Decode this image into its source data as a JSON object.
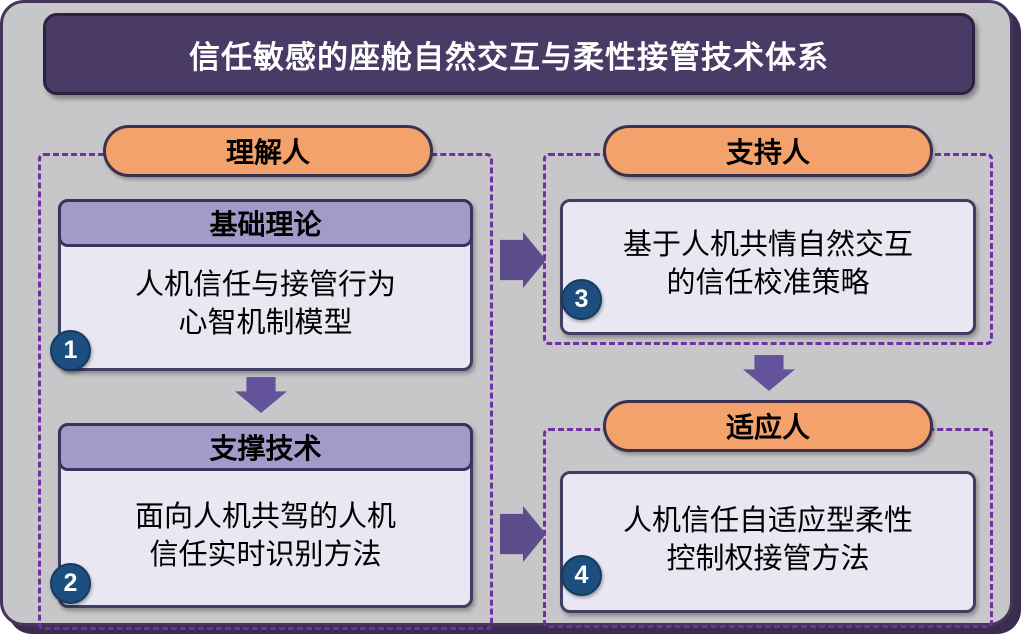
{
  "title": "信任敏感的座舱自然交互与柔性接管技术体系",
  "left": {
    "label": "理解人",
    "sections": [
      {
        "header": "基础理论",
        "line1": "人机信任与接管行为",
        "line2": "心智机制模型",
        "badge": "1"
      },
      {
        "header": "支撑技术",
        "line1": "面向人机共驾的人机",
        "line2": "信任实时识别方法",
        "badge": "2"
      }
    ]
  },
  "right": {
    "groups": [
      {
        "label": "支持人",
        "line1": "基于人机共情自然交互",
        "line2": "的信任校准策略",
        "badge": "3"
      },
      {
        "label": "适应人",
        "line1": "人机信任自适应型柔性",
        "line2": "控制权接管方法",
        "badge": "4"
      }
    ]
  },
  "colors": {
    "background_gray": "#c7c6c8",
    "banner_purple": "#4a3a66",
    "pill_orange": "#f3a26b",
    "section_header_purple": "#a29ac8",
    "box_fill": "#e9e7f2",
    "dashed_border_purple": "#7030a0",
    "badge_blue": "#1d4e80",
    "arrow_purple": "#63539a"
  }
}
